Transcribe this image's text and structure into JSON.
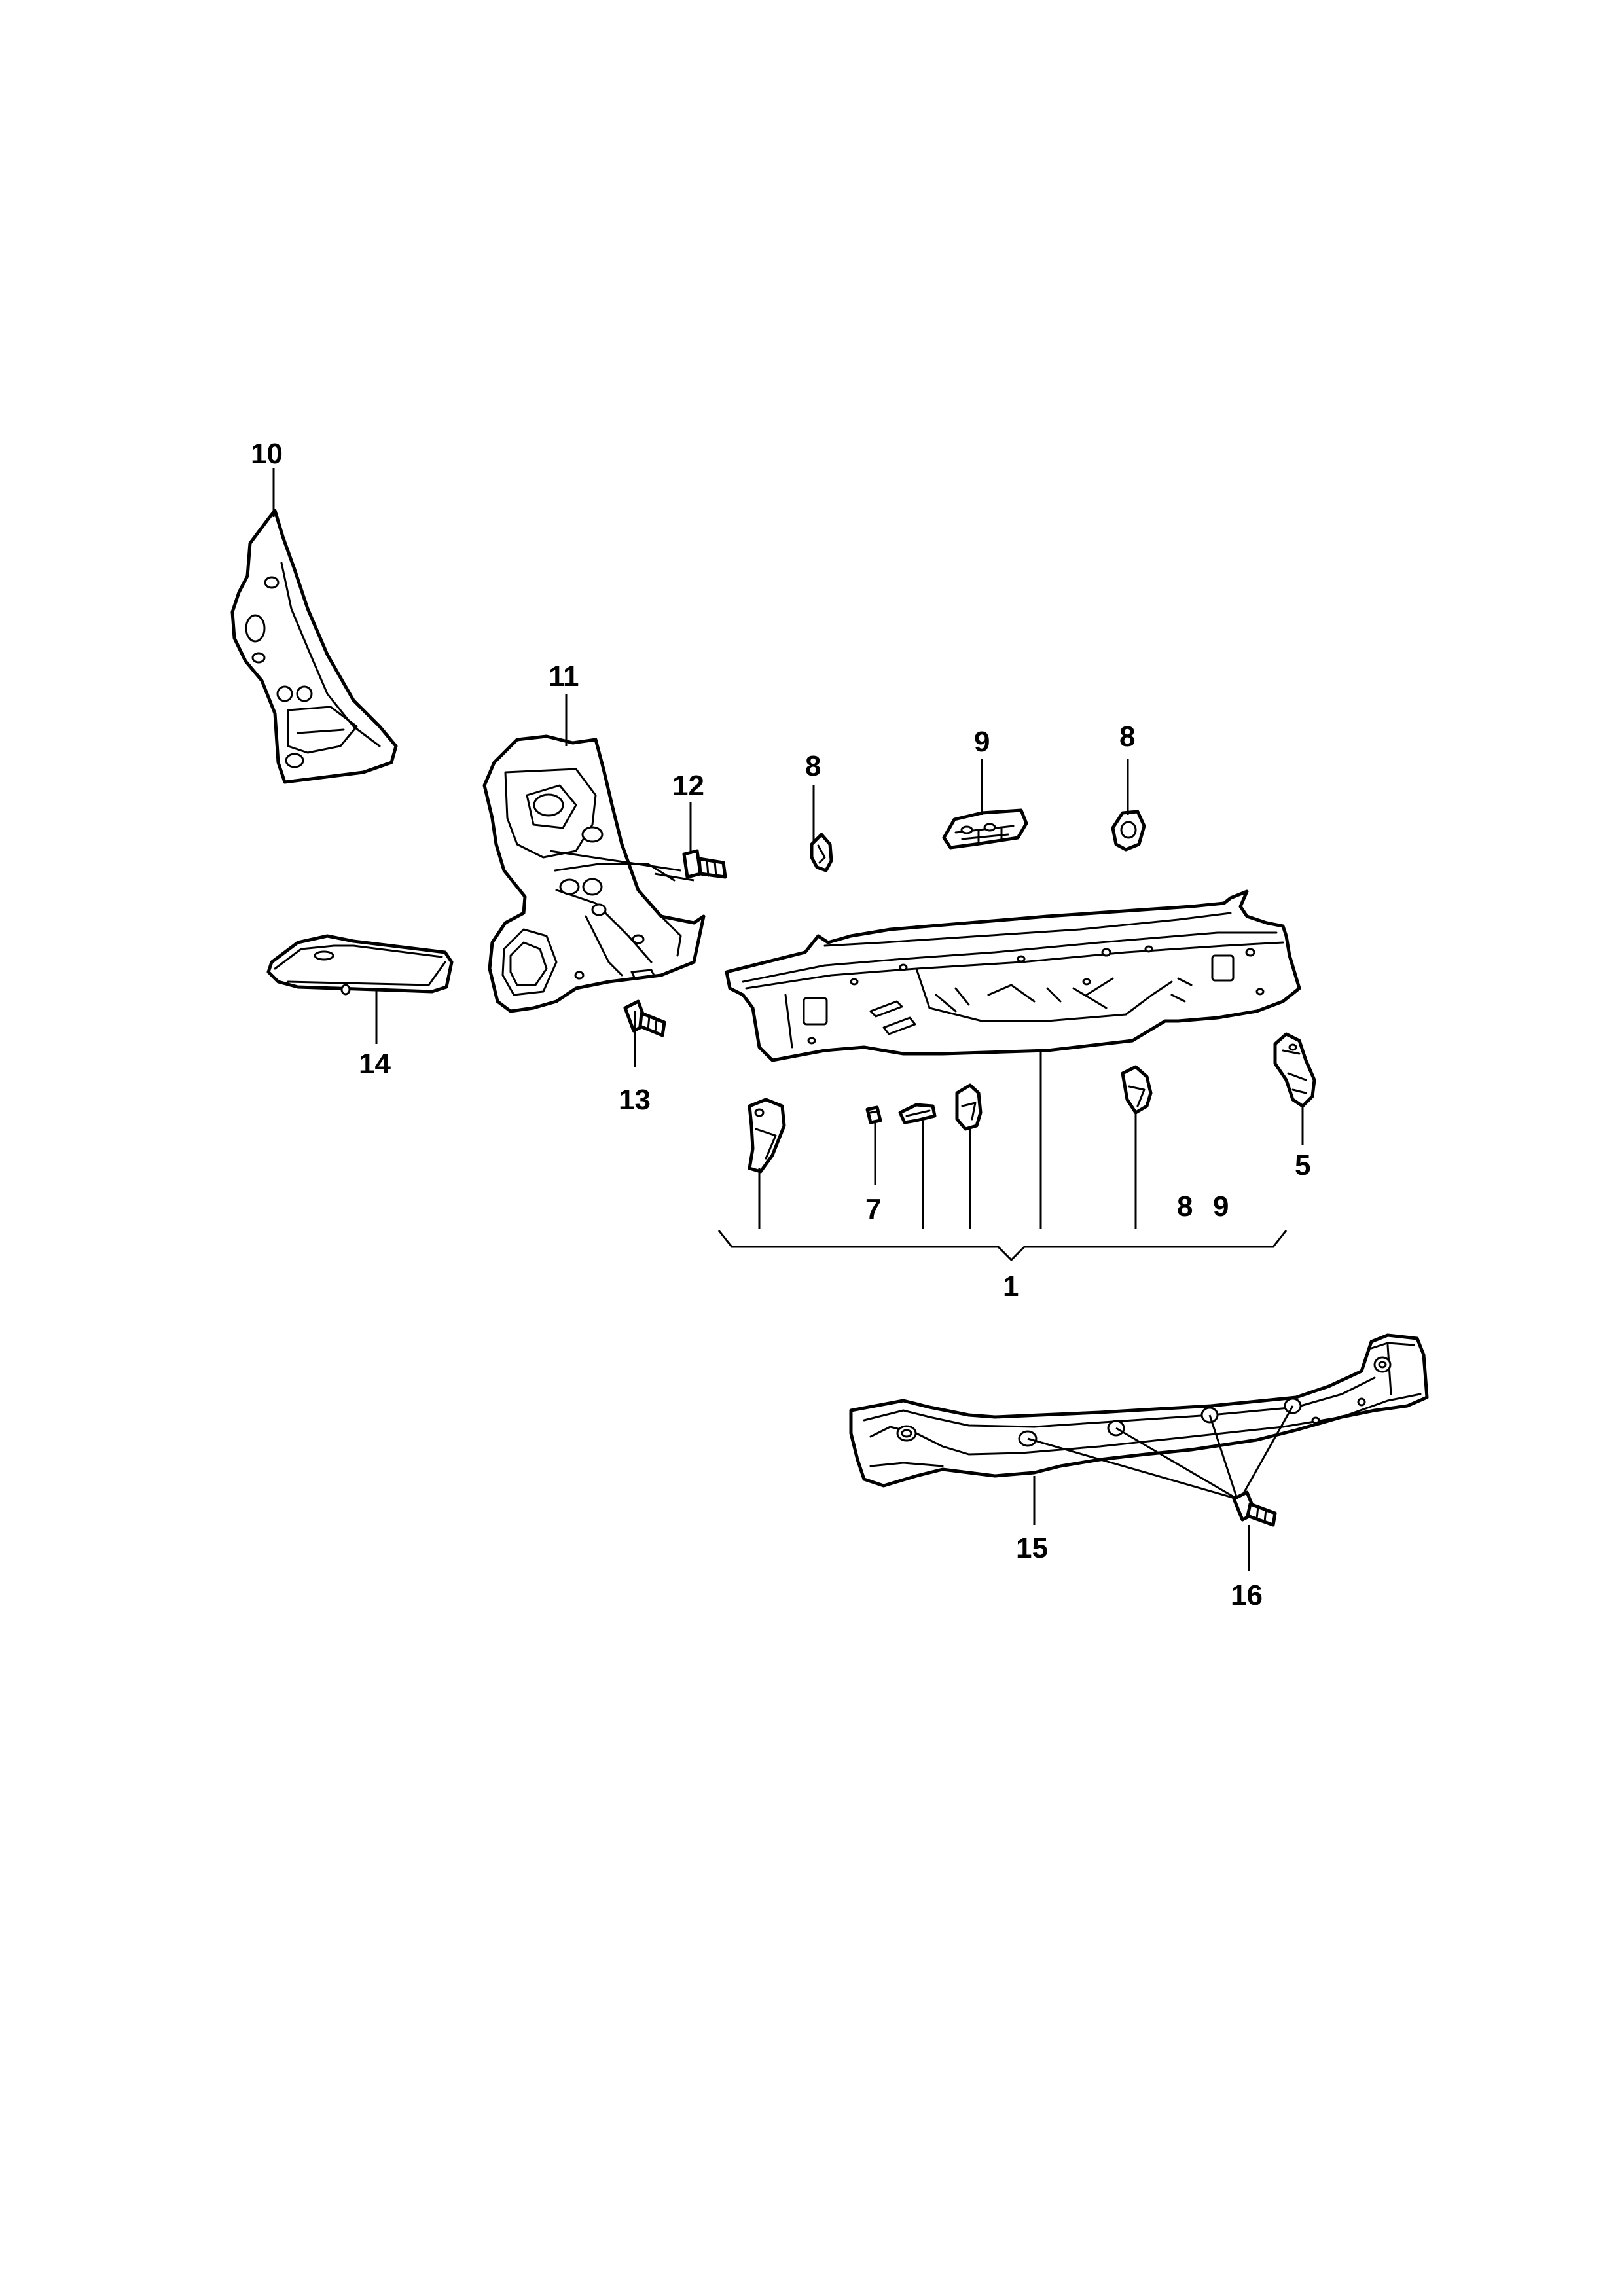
{
  "diagram": {
    "callouts": {
      "c1": "1",
      "c5": "5",
      "c7": "7",
      "c8_top_left": "8",
      "c8_top_right": "8",
      "c8_bottom": "8",
      "c9_top": "9",
      "c9_bottom": "9",
      "c10": "10",
      "c11": "11",
      "c12": "12",
      "c13": "13",
      "c14": "14",
      "c15": "15",
      "c16": "16"
    },
    "colors": {
      "line": "#000000",
      "background": "#ffffff"
    }
  }
}
